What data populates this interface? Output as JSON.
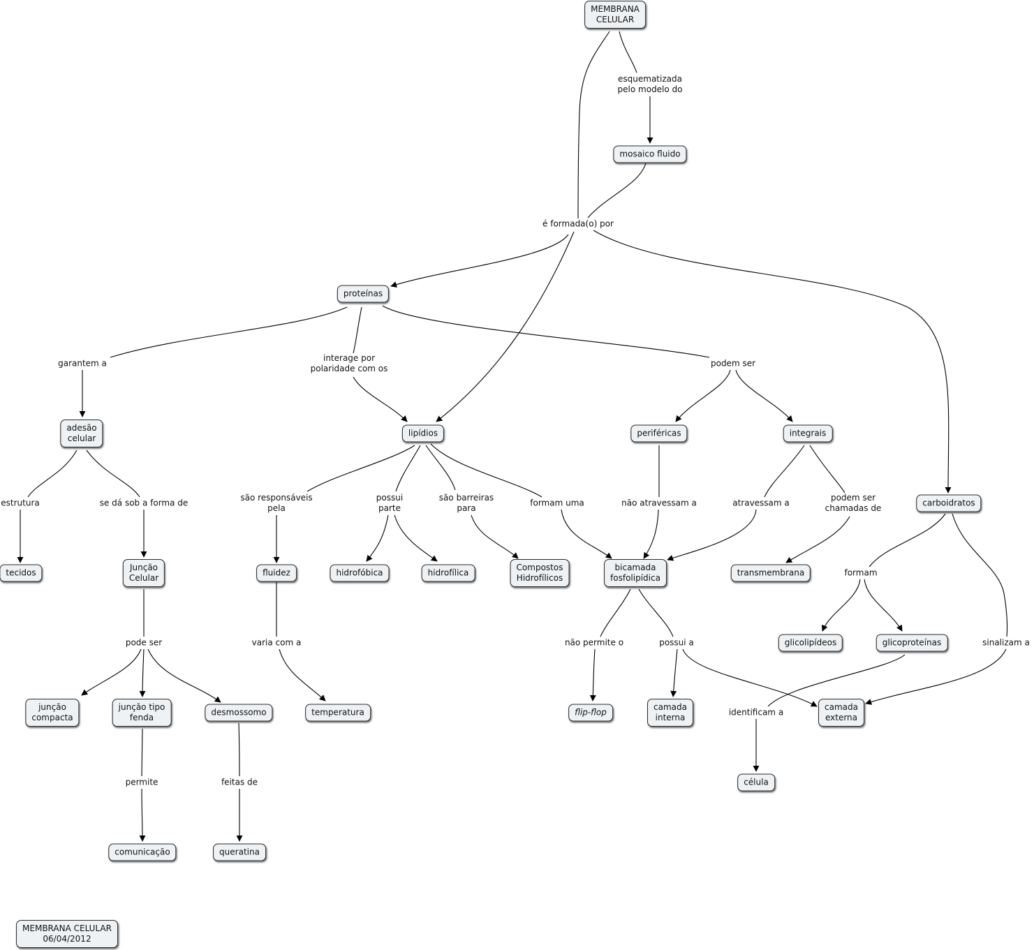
{
  "diagram": {
    "concepts": {
      "membrana": "MEMBRANA\nCELULAR",
      "mosaico": "mosaico fluido",
      "proteinas": "proteínas",
      "adesao": "adesão\ncelular",
      "lipidios": "lipídios",
      "perifericas": "periféricas",
      "integrais": "integrais",
      "carboidratos": "carboidratos",
      "tecidos": "tecidos",
      "juncao_celular": "Junção\nCelular",
      "fluidez": "fluidez",
      "hidrofobica": "hidrofóbica",
      "hidrofilica": "hidrofílica",
      "compostos": "Compostos\nHidrofílicos",
      "bicamada": "bicamada\nfosfolipídica",
      "transmembrana": "transmembrana",
      "glicolipideos": "glicolipídeos",
      "glicoproteinas": "glicoproteínas",
      "juncao_compacta": "junção\ncompacta",
      "juncao_fenda": "junção tipo\nfenda",
      "desmossomo": "desmossomo",
      "temperatura": "temperatura",
      "flipflop": "flip-flop",
      "camada_interna": "camada\ninterna",
      "camada_externa": "camada\nexterna",
      "celula": "célula",
      "comunicacao": "comunicação",
      "queratina": "queratina",
      "footer": "MEMBRANA CELULAR\n06/04/2012"
    },
    "links": {
      "esquematizada": "esquematizada\npelo modelo do",
      "formada": "é formada(o) por",
      "garantem": "garantem a",
      "interage": "interage por\npolaridade com os",
      "podem_ser": "podem ser",
      "estrutura": "estrutura",
      "se_da": "se dá sob a forma de",
      "responsaveis": "são responsáveis\npela",
      "possui_parte": "possui\nparte",
      "barreiras": "são barreiras\npara",
      "formam_uma": "formam uma",
      "nao_atravessam": "não atravessam a",
      "atravessam": "atravessam a",
      "chamadas": "podem ser\nchamadas de",
      "formam": "formam",
      "pode_ser": "pode ser",
      "varia": "varia com a",
      "nao_permite": "não permite o",
      "possui_a": "possui a",
      "sinalizam": "sinalizam a",
      "identificam": "identificam a",
      "permite": "permite",
      "feitas": "feitas de"
    },
    "colors": {
      "node_fill": "#eef2f5",
      "node_border": "#2b2b2b",
      "edge": "#000000"
    }
  }
}
